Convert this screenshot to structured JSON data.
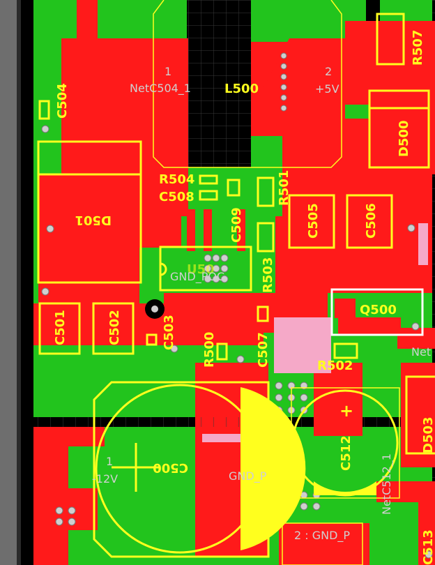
{
  "view": {
    "colors": {
      "background": "#000000",
      "copper_bottom": "#22c41d",
      "copper_top": "#ff1a1a",
      "silkscreen": "#ffff1e",
      "keepout_pink": "#f5a9c8",
      "grid": "#444444",
      "ruler": "#6e6e6e",
      "pad_gray": "#c8c8c8"
    }
  },
  "designators": {
    "c504": "C504",
    "l500": "L500",
    "r507": "R507",
    "d500": "D500",
    "r504": "R504",
    "c508": "C508",
    "r501": "R501",
    "c509": "C509",
    "c505": "C505",
    "c506": "C506",
    "d501": "D501",
    "u500_partial": "U50",
    "r503": "R503",
    "q500": "Q500",
    "c501": "C501",
    "c502": "C502",
    "c503": "C503",
    "r500": "R500",
    "c507": "C507",
    "r502": "R502",
    "c500": "C500",
    "c512": "C512",
    "d503_partial": "D503",
    "c513_partial": "C513"
  },
  "pin_labels": {
    "l500_pin1": "1",
    "l500_pin2": "2",
    "l500_net1": "NetC504_1",
    "l500_net2": "+5V",
    "u500_net": "GND_POC",
    "c500_pin1": "1",
    "c500_net1": "-12V",
    "c500_net2": "GND_P",
    "c512_net": "NetC512_1",
    "q500_net_partial": "Net",
    "gnd_pad": "2 : GND_P",
    "plus_sign": "+"
  }
}
